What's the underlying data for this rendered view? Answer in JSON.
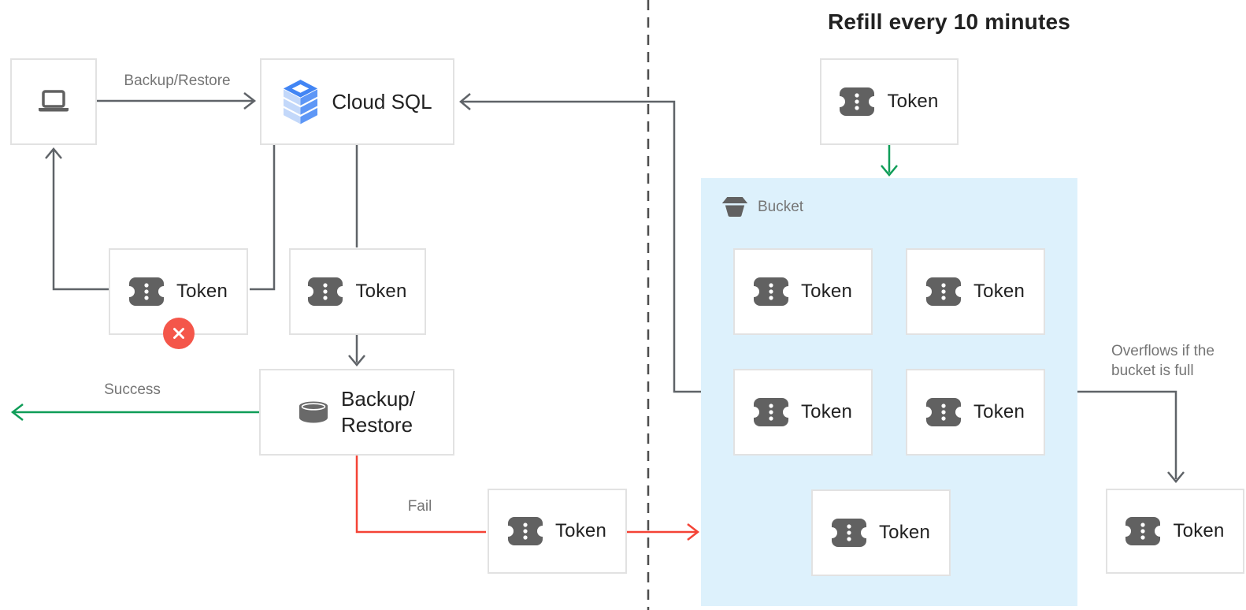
{
  "diagram": {
    "refill_title": "Refill every 10 minutes",
    "bucket_label": "Bucket",
    "node_labels": {
      "cloud_sql": "Cloud SQL",
      "token": "Token",
      "backup_line1": "Backup/",
      "backup_line2": "Restore"
    },
    "edge_labels": {
      "backup_restore": "Backup/Restore",
      "success": "Success",
      "fail": "Fail",
      "overflow_line1": "Overflows if the",
      "overflow_line2": "bucket is full"
    },
    "icons": {
      "laptop": "laptop-icon",
      "cloud_sql": "cloud-sql-icon",
      "token": "token-icon",
      "database": "database-icon",
      "bucket": "bucket-icon",
      "error": "error-x-icon"
    },
    "colors": {
      "wire_gray": "#5f6368",
      "success_green": "#0f9d58",
      "fail_red": "#f44336",
      "badge_red": "#f4564a",
      "bucket_fill": "#ddf1fc",
      "node_border": "#e2e2e2",
      "label_gray": "#757575",
      "text_dark": "#212121",
      "cloud_sql_blue": "#4285f4"
    }
  }
}
